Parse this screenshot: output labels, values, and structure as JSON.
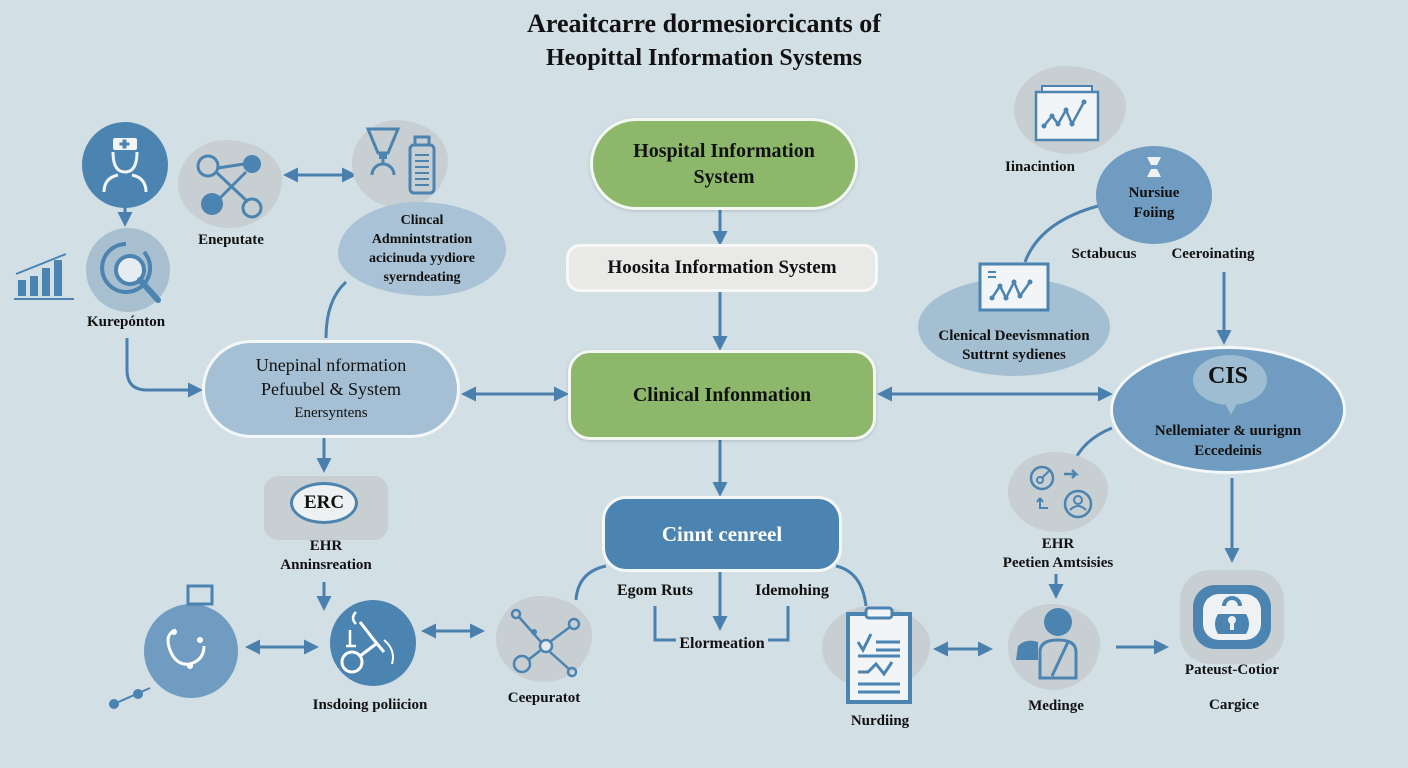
{
  "title": {
    "line1": "Areaitcarre dormesiorcicants of",
    "line2": "Heopittal Information Systems"
  },
  "colors": {
    "background": "#d2dfe5",
    "accent_blue": "#4b83b1",
    "light_blue": "#a5c0d4",
    "green": "#8db86c",
    "grey_blob": "#c8cfd2",
    "arrow": "#4a80ad"
  },
  "center_column": {
    "top_node": {
      "line1": "Hospital Information",
      "line2": "System"
    },
    "sub_node": "Hoosita Information System",
    "main_node": "Clinical Infonmation",
    "bottom_node": "Cinnt cenreel",
    "branch_left": "Egom Ruts",
    "branch_right": "Idemohing",
    "branch_bottom": "Elormeation"
  },
  "left_cluster": {
    "nurse_icon": "nurse-icon",
    "search_label": "Kurepónton",
    "network_label": "Eneputate",
    "lab_bubble": {
      "line1": "Clincal",
      "line2": "Admnintstration",
      "line3": "acicinuda yydiore",
      "line4": "syerndeating"
    },
    "hub_node": {
      "line1": "Unepinal nformation",
      "line2": "Pefuubel & System",
      "line3": "Enersyntens"
    },
    "erc_badge": "ERC",
    "erc_label": {
      "line1": "EHR",
      "line2": "Anninsreation"
    }
  },
  "bottom_row": {
    "insdoing_label": "Insdoing poliicion",
    "ceepuratot_label": "Ceepuratot",
    "nurding_label": "Nurdiing",
    "medinge_label": "Medinge",
    "patient_label": {
      "line1": "Pateust-Cotior",
      "line2": "Cargice"
    }
  },
  "right_cluster": {
    "chart_label": "Iinacintion",
    "nursive_bubble": {
      "line1": "Nursiue",
      "line2": "Foiing"
    },
    "label_a": "Sctabucus",
    "label_b": "Ceeroinating",
    "decision_bubble": {
      "line1": "Clenical Deevismnation",
      "line2": "Suttrnt sydienes"
    },
    "cis_node": {
      "badge": "CIS",
      "line1": "Nellemiater & uurignn",
      "line2": "Eccedeinis"
    },
    "ehr_label": {
      "line1": "EHR",
      "line2": "Peetien Amtsisies"
    }
  }
}
